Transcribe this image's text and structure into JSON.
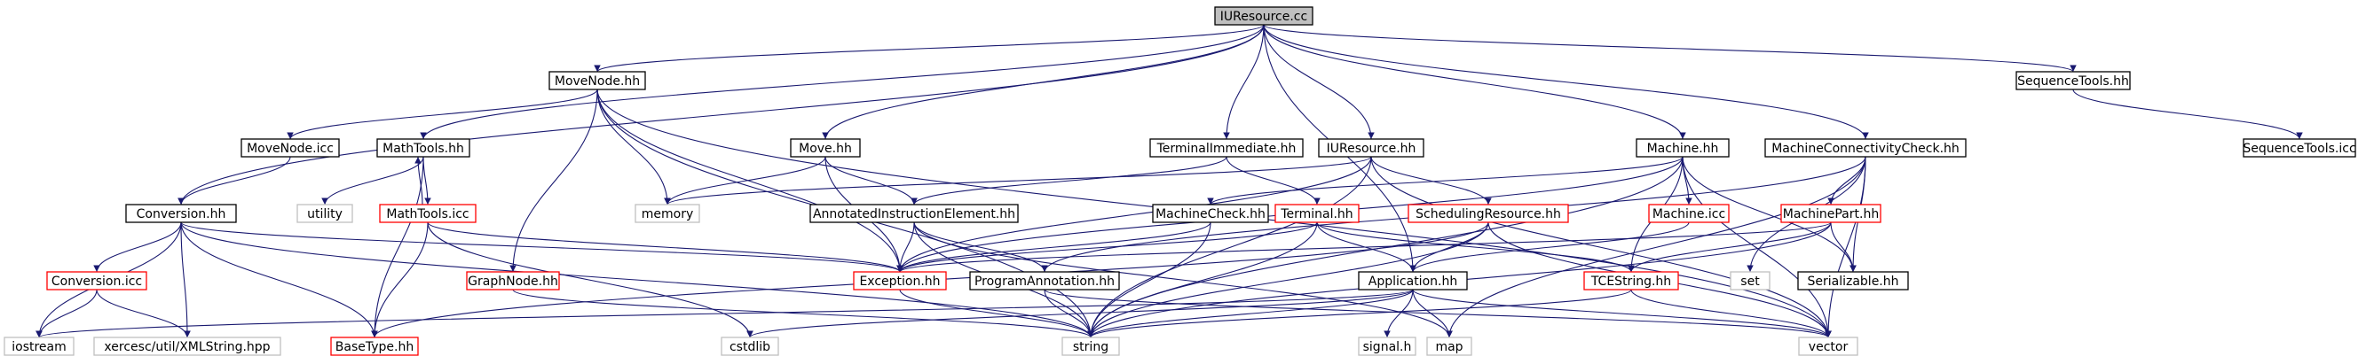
{
  "colors": {
    "edge": "#191970",
    "border_default": "#000000",
    "border_missing": "#ff0000",
    "border_system": "#bfbfbf",
    "root_fill": "#bfbfbf"
  },
  "nodes": {
    "root": {
      "label": "IUResource.cc",
      "kind": "root"
    },
    "movenode_hh": {
      "label": "MoveNode.hh",
      "kind": "normal"
    },
    "sequencetools_hh": {
      "label": "SequenceTools.hh",
      "kind": "normal"
    },
    "sequencetools_icc": {
      "label": "SequenceTools.icc",
      "kind": "normal"
    },
    "movenode_icc": {
      "label": "MoveNode.icc",
      "kind": "normal"
    },
    "mathtools_hh": {
      "label": "MathTools.hh",
      "kind": "normal"
    },
    "move_hh": {
      "label": "Move.hh",
      "kind": "normal"
    },
    "terminalimmediate_hh": {
      "label": "TerminalImmediate.hh",
      "kind": "normal"
    },
    "iuresource_hh": {
      "label": "IUResource.hh",
      "kind": "normal"
    },
    "machine_hh": {
      "label": "Machine.hh",
      "kind": "normal"
    },
    "machineconnectivitycheck_hh": {
      "label": "MachineConnectivityCheck.hh",
      "kind": "normal"
    },
    "conversion_hh": {
      "label": "Conversion.hh",
      "kind": "normal"
    },
    "utility": {
      "label": "utility",
      "kind": "system"
    },
    "mathtools_icc": {
      "label": "MathTools.icc",
      "kind": "missing"
    },
    "memory": {
      "label": "memory",
      "kind": "system"
    },
    "annotatedinstructionelement_hh": {
      "label": "AnnotatedInstructionElement.hh",
      "kind": "normal"
    },
    "machinecheck_hh": {
      "label": "MachineCheck.hh",
      "kind": "normal"
    },
    "terminal_hh": {
      "label": "Terminal.hh",
      "kind": "missing"
    },
    "schedulingresource_hh": {
      "label": "SchedulingResource.hh",
      "kind": "missing"
    },
    "machine_icc": {
      "label": "Machine.icc",
      "kind": "missing"
    },
    "machinepart_hh": {
      "label": "MachinePart.hh",
      "kind": "missing"
    },
    "conversion_icc": {
      "label": "Conversion.icc",
      "kind": "missing"
    },
    "graphnode_hh": {
      "label": "GraphNode.hh",
      "kind": "missing"
    },
    "exception_hh": {
      "label": "Exception.hh",
      "kind": "missing"
    },
    "programannotation_hh": {
      "label": "ProgramAnnotation.hh",
      "kind": "normal"
    },
    "application_hh": {
      "label": "Application.hh",
      "kind": "normal"
    },
    "tcestring_hh": {
      "label": "TCEString.hh",
      "kind": "missing"
    },
    "set": {
      "label": "set",
      "kind": "system"
    },
    "serializable_hh": {
      "label": "Serializable.hh",
      "kind": "normal"
    },
    "iostream": {
      "label": "iostream",
      "kind": "system"
    },
    "xmlstring_hpp": {
      "label": "xercesc/util/XMLString.hpp",
      "kind": "system"
    },
    "basetype_hh": {
      "label": "BaseType.hh",
      "kind": "missing"
    },
    "cstdlib": {
      "label": "cstdlib",
      "kind": "system"
    },
    "string": {
      "label": "string",
      "kind": "system"
    },
    "signal_h": {
      "label": "signal.h",
      "kind": "system"
    },
    "map": {
      "label": "map",
      "kind": "system"
    },
    "vector": {
      "label": "vector",
      "kind": "system"
    }
  },
  "edges": [
    [
      "root",
      "movenode_hh"
    ],
    [
      "root",
      "sequencetools_hh"
    ],
    [
      "root",
      "mathtools_hh"
    ],
    [
      "root",
      "move_hh"
    ],
    [
      "root",
      "terminalimmediate_hh"
    ],
    [
      "root",
      "iuresource_hh"
    ],
    [
      "root",
      "machine_hh"
    ],
    [
      "root",
      "machineconnectivitycheck_hh"
    ],
    [
      "root",
      "conversion_hh"
    ],
    [
      "root",
      "application_hh"
    ],
    [
      "sequencetools_hh",
      "sequencetools_icc"
    ],
    [
      "movenode_hh",
      "movenode_icc"
    ],
    [
      "movenode_hh",
      "memory"
    ],
    [
      "movenode_hh",
      "graphnode_hh"
    ],
    [
      "movenode_hh",
      "exception_hh"
    ],
    [
      "movenode_hh",
      "string"
    ],
    [
      "movenode_hh",
      "vector"
    ],
    [
      "movenode_icc",
      "conversion_hh"
    ],
    [
      "mathtools_hh",
      "mathtools_icc"
    ],
    [
      "mathtools_hh",
      "utility"
    ],
    [
      "mathtools_hh",
      "basetype_hh"
    ],
    [
      "mathtools_icc",
      "mathtools_hh"
    ],
    [
      "mathtools_icc",
      "basetype_hh"
    ],
    [
      "mathtools_icc",
      "exception_hh"
    ],
    [
      "mathtools_icc",
      "cstdlib"
    ],
    [
      "move_hh",
      "memory"
    ],
    [
      "move_hh",
      "annotatedinstructionelement_hh"
    ],
    [
      "move_hh",
      "exception_hh"
    ],
    [
      "terminalimmediate_hh",
      "terminal_hh"
    ],
    [
      "terminalimmediate_hh",
      "annotatedinstructionelement_hh"
    ],
    [
      "iuresource_hh",
      "schedulingresource_hh"
    ],
    [
      "iuresource_hh",
      "memory"
    ],
    [
      "iuresource_hh",
      "exception_hh"
    ],
    [
      "iuresource_hh",
      "string"
    ],
    [
      "iuresource_hh",
      "vector"
    ],
    [
      "machine_hh",
      "machinecheck_hh"
    ],
    [
      "machine_hh",
      "machine_icc"
    ],
    [
      "machine_hh",
      "tcestring_hh"
    ],
    [
      "machine_hh",
      "exception_hh"
    ],
    [
      "machine_hh",
      "string"
    ],
    [
      "machine_hh",
      "vector"
    ],
    [
      "machine_hh",
      "serializable_hh"
    ],
    [
      "machineconnectivitycheck_hh",
      "machinepart_hh"
    ],
    [
      "machineconnectivitycheck_hh",
      "programannotation_hh"
    ],
    [
      "machineconnectivitycheck_hh",
      "set"
    ],
    [
      "machineconnectivitycheck_hh",
      "vector"
    ],
    [
      "machineconnectivitycheck_hh",
      "map"
    ],
    [
      "machineconnectivitycheck_hh",
      "serializable_hh"
    ],
    [
      "conversion_hh",
      "conversion_icc"
    ],
    [
      "conversion_hh",
      "exception_hh"
    ],
    [
      "conversion_hh",
      "iostream"
    ],
    [
      "conversion_hh",
      "xmlstring_hpp"
    ],
    [
      "conversion_hh",
      "basetype_hh"
    ],
    [
      "conversion_hh",
      "string"
    ],
    [
      "conversion_icc",
      "iostream"
    ],
    [
      "conversion_icc",
      "xmlstring_hpp"
    ],
    [
      "graphnode_hh",
      "string"
    ],
    [
      "annotatedinstructionelement_hh",
      "programannotation_hh"
    ],
    [
      "annotatedinstructionelement_hh",
      "exception_hh"
    ],
    [
      "annotatedinstructionelement_hh",
      "string"
    ],
    [
      "annotatedinstructionelement_hh",
      "map"
    ],
    [
      "machinecheck_hh",
      "string"
    ],
    [
      "machinecheck_hh",
      "exception_hh"
    ],
    [
      "terminal_hh",
      "application_hh"
    ],
    [
      "terminal_hh",
      "tcestring_hh"
    ],
    [
      "terminal_hh",
      "exception_hh"
    ],
    [
      "terminal_hh",
      "string"
    ],
    [
      "schedulingresource_hh",
      "application_hh"
    ],
    [
      "schedulingresource_hh",
      "string"
    ],
    [
      "schedulingresource_hh",
      "vector"
    ],
    [
      "schedulingresource_hh",
      "basetype_hh"
    ],
    [
      "machine_icc",
      "application_hh"
    ],
    [
      "machinepart_hh",
      "tcestring_hh"
    ],
    [
      "machinepart_hh",
      "serializable_hh"
    ],
    [
      "machinepart_hh",
      "exception_hh"
    ],
    [
      "machinepart_hh",
      "string"
    ],
    [
      "exception_hh",
      "string"
    ],
    [
      "programannotation_hh",
      "string"
    ],
    [
      "programannotation_hh",
      "vector"
    ],
    [
      "application_hh",
      "iostream"
    ],
    [
      "application_hh",
      "string"
    ],
    [
      "application_hh",
      "signal_h"
    ],
    [
      "application_hh",
      "map"
    ],
    [
      "application_hh",
      "cstdlib"
    ],
    [
      "application_hh",
      "vector"
    ],
    [
      "tcestring_hh",
      "string"
    ],
    [
      "tcestring_hh",
      "vector"
    ]
  ]
}
